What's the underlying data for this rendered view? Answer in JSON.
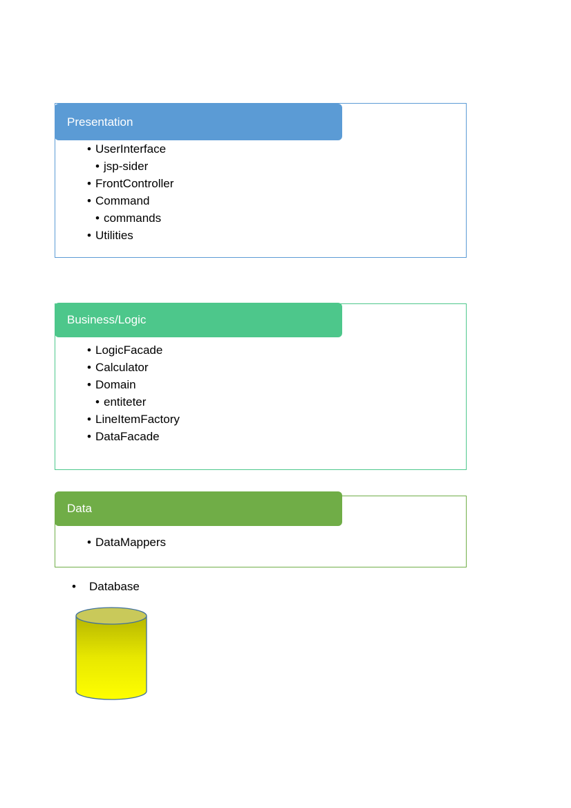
{
  "layers": {
    "presentation": {
      "title": "Presentation",
      "color": "#5b9bd5",
      "items": [
        {
          "label": "UserInterface"
        },
        {
          "label": "jsp-sider"
        },
        {
          "label": "FrontController"
        },
        {
          "label": "Command"
        },
        {
          "label": "commands"
        },
        {
          "label": "Utilities"
        }
      ]
    },
    "business": {
      "title": "Business/Logic",
      "color": "#4dc78b",
      "items": [
        {
          "label": "LogicFacade"
        },
        {
          "label": "Calculator"
        },
        {
          "label": "Domain"
        },
        {
          "label": "entiteter"
        },
        {
          "label": "LineItemFactory"
        },
        {
          "label": "DataFacade"
        }
      ]
    },
    "data": {
      "title": "Data",
      "color": "#70ad47",
      "items": [
        {
          "label": "DataMappers"
        }
      ]
    }
  },
  "database": {
    "label": "Database",
    "icon": "database-cylinder-icon",
    "fill_top": "#c9c95a",
    "fill_bottom": "#ffff00",
    "stroke": "#41719c"
  }
}
